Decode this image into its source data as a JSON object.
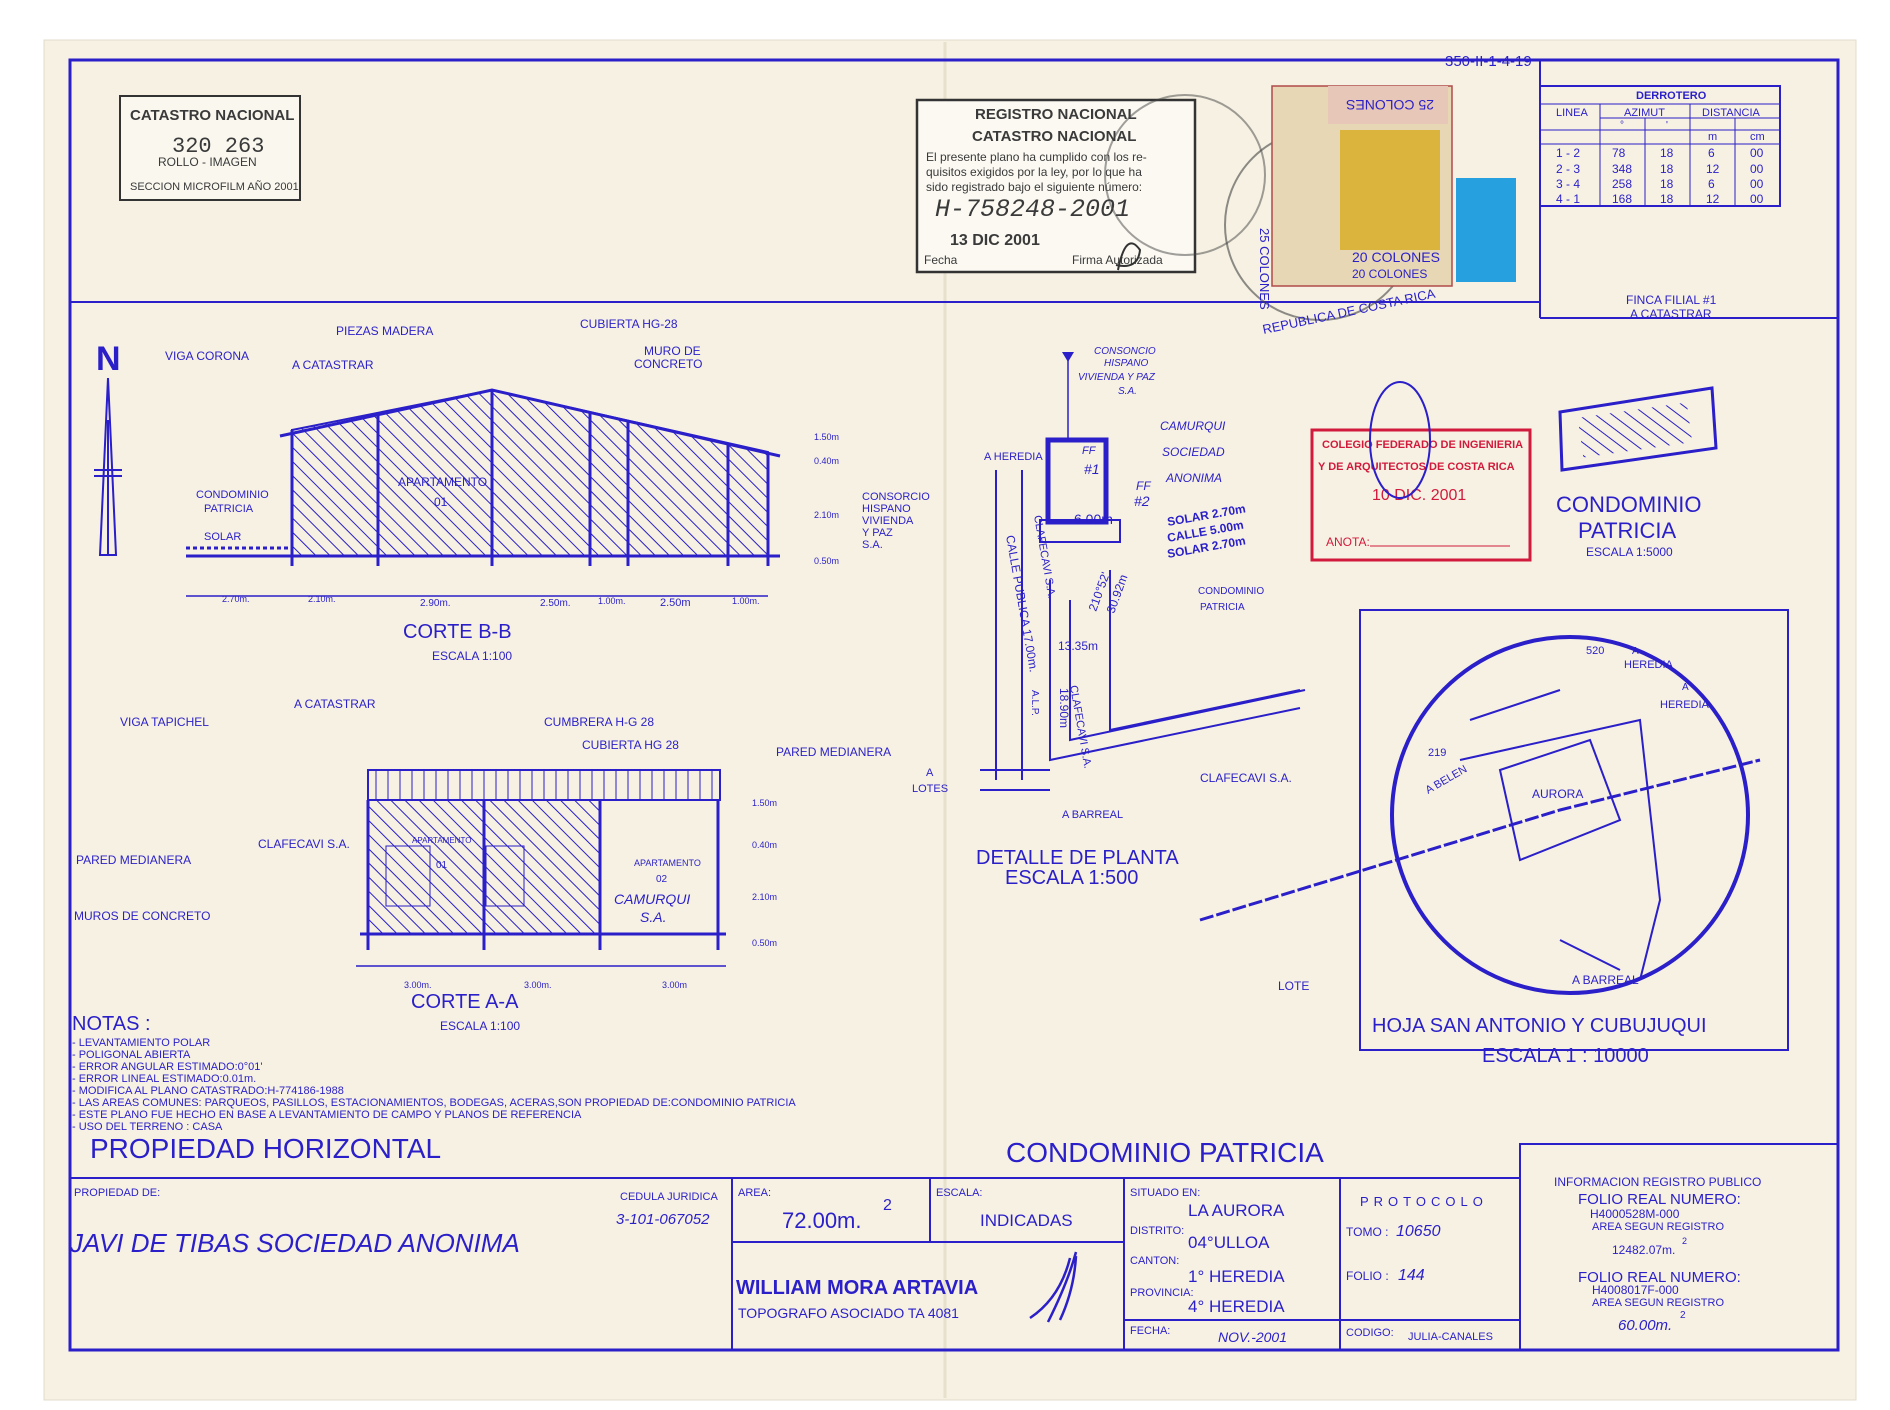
{
  "header": {
    "ref_number": "350-II-1-4-19"
  },
  "catastro_box": {
    "title": "CATASTRO NACIONAL",
    "number": "320 263",
    "sub": "ROLLO - IMAGEN",
    "footer": "SECCION MICROFILM AÑO 2001"
  },
  "registro_stamp": {
    "line1": "REGISTRO NACIONAL",
    "line2": "CATASTRO NACIONAL",
    "body1": "El presente plano ha cumplido con los re-",
    "body2": "quisitos exigidos por la ley, por lo que ha",
    "body3": "sido registrado bajo el siguiente número:",
    "number": "H-758248-2001",
    "date": "13 DIC 2001",
    "fecha_label": "Fecha",
    "firma_label": "Firma Autorizada"
  },
  "tax_stamps": {
    "value1": "25 COLONES",
    "value2": "20 COLONES",
    "value3": "20 COLONES",
    "value4": "25 COLONES",
    "seal_text": "REPUBLICA DE COSTA RICA"
  },
  "derrotero": {
    "title": "DERROTERO",
    "headers": [
      "LINEA",
      "AZIMUT",
      "DISTANCIA"
    ],
    "sub_headers": [
      "°",
      "'",
      "m",
      "cm"
    ],
    "rows": [
      [
        "1 - 2",
        "78",
        "18",
        "6",
        "00"
      ],
      [
        "2 - 3",
        "348",
        "18",
        "12",
        "00"
      ],
      [
        "3 - 4",
        "258",
        "18",
        "6",
        "00"
      ],
      [
        "4 - 1",
        "168",
        "18",
        "12",
        "00"
      ]
    ]
  },
  "corte_bb": {
    "title": "CORTE B-B",
    "scale": "ESCALA 1:100",
    "labels": {
      "viga_corona": "VIGA CORONA",
      "piezas_madera": "PIEZAS MADERA",
      "a_catastrar": "A CATASTRAR",
      "cubierta": "CUBIERTA HG-28",
      "muro1": "MURO DE",
      "muro2": "CONCRETO",
      "apartamento": "APARTAMENTO",
      "apt_num": "01",
      "condominio1": "CONDOMINIO",
      "condominio2": "PATRICIA",
      "solar": "SOLAR",
      "consorcio1": "CONSORCIO",
      "consorcio2": "HISPANO",
      "consorcio3": "VIVIENDA",
      "consorcio4": "Y PAZ",
      "consorcio5": "S.A."
    },
    "heights": [
      "1.50m",
      "0.40m",
      "2.10m",
      "0.50m"
    ],
    "widths": [
      "2.70m.",
      "2.10m.",
      "2.90m.",
      "2.50m.",
      "1.00m.",
      "2.50m",
      "1.00m."
    ]
  },
  "corte_aa": {
    "title": "CORTE A-A",
    "scale": "ESCALA 1:100",
    "labels": {
      "a_catastrar": "A CATASTRAR",
      "viga_tapichel": "VIGA TAPICHEL",
      "cumbrera": "CUMBRERA H-G 28",
      "cubierta": "CUBIERTA HG 28",
      "pared_medianera_r": "PARED MEDIANERA",
      "clafecavi": "CLAFECAVI S.A.",
      "apartamento": "APARTAMENTO",
      "apt01": "01",
      "apartamento2": "APARTAMENTO",
      "apt02": "02",
      "camurqui1": "CAMURQUI",
      "camurqui2": "S.A.",
      "pared_medianera_l": "PARED MEDIANERA",
      "muros": "MUROS DE CONCRETO"
    },
    "heights": [
      "1.50m",
      "0.40m",
      "2.10m",
      "0.50m"
    ],
    "widths": [
      "3.00m.",
      "3.00m.",
      "3.00m"
    ]
  },
  "detalle_planta": {
    "title": "DETALLE DE PLANTA",
    "scale": "ESCALA 1:500",
    "labels": {
      "consorcio1": "CONSONCIO",
      "consorcio2": "HISPANO",
      "consorcio3": "VIVIENDA Y PAZ",
      "consorcio4": "S.A.",
      "camurqui1": "CAMURQUI",
      "camurqui2": "SOCIEDAD",
      "camurqui3": "ANONIMA",
      "a_heredia": "A HEREDIA",
      "ff1a": "FF",
      "ff1b": "#1",
      "ff2a": "FF",
      "ff2b": "#2",
      "dim600": "6.00m",
      "solar1": "SOLAR 2.70m",
      "calle": "CALLE 5.00m",
      "solar2": "SOLAR 2.70m",
      "calle_publica": "CALLE PUBLICA 17.00m.",
      "alp": "A.L.P.",
      "clafecavi_v1": "CLAFECAVI S.A.",
      "clafecavi_v2": "CLAFECAVI S.A.",
      "clafecavi_h": "CLAFECAVI S.A.",
      "dist1": "13.35m",
      "dist2": "18.90m",
      "dist3a": "210°52'",
      "dist3b": "30.92m",
      "condominio1": "CONDOMINIO",
      "condominio2": "PATRICIA",
      "a_lotes1": "A",
      "a_lotes2": "LOTES",
      "a_barreal": "A BARREAL"
    }
  },
  "finca_filial": {
    "label1": "FINCA FILIAL #1",
    "label2": "A CATASTRAR",
    "name1": "CONDOMINIO",
    "name2": "PATRICIA",
    "scale": "ESCALA 1:5000"
  },
  "colegio_stamp": {
    "line1": "COLEGIO FEDERADO DE INGENIERIA",
    "line2": "Y DE ARQUITECTOS DE COSTA RICA",
    "date": "10 DIC. 2001",
    "anota": "ANOTA:"
  },
  "location_map": {
    "title": "HOJA SAN ANTONIO Y CUBUJUQUI",
    "scale": "ESCALA 1 : 10000",
    "labels": {
      "n520": "520",
      "a_heredia_top1": "A",
      "a_heredia_top2": "HEREDIA",
      "a_heredia_r1": "A",
      "a_heredia_r2": "HEREDIA",
      "n219": "219",
      "a_belen": "A BELEN",
      "aurora": "AURORA",
      "a_barreal": "A BARREAL",
      "lote": "LOTE"
    }
  },
  "notas": {
    "title": "NOTAS :",
    "items": [
      "- LEVANTAMIENTO POLAR",
      "- POLIGONAL ABIERTA",
      "- ERROR ANGULAR ESTIMADO:0°01'",
      "- ERROR LINEAL ESTIMADO:0.01m.",
      "- MODIFICA AL PLANO CATASTRADO:H-774186-1988",
      "- LAS AREAS COMUNES: PARQUEOS, PASILLOS, ESTACIONAMIENTOS, BODEGAS, ACERAS,SON PROPIEDAD DE:CONDOMINIO PATRICIA",
      "- ESTE PLANO FUE HECHO EN BASE A LEVANTAMIENTO DE CAMPO Y PLANOS DE REFERENCIA",
      "- USO DEL TERRENO : CASA"
    ]
  },
  "titles": {
    "left": "PROPIEDAD HORIZONTAL",
    "right": "CONDOMINIO PATRICIA"
  },
  "title_block": {
    "propiedad_label": "PROPIEDAD DE:",
    "owner": "JAVI DE TIBAS SOCIEDAD ANONIMA",
    "cedula_label": "CEDULA JURIDICA",
    "cedula": "3-101-067052",
    "area_label": "AREA:",
    "area": "72.00m.",
    "area_sup": "2",
    "escala_label": "ESCALA:",
    "escala": "INDICADAS",
    "topografo": "WILLIAM MORA ARTAVIA",
    "topografo_sub": "TOPOGRAFO ASOCIADO TA 4081",
    "situado_label": "SITUADO EN:",
    "situado": "LA AURORA",
    "distrito_label": "DISTRITO:",
    "distrito": "04°ULLOA",
    "canton_label": "CANTON:",
    "canton": "1° HEREDIA",
    "provincia_label": "PROVINCIA:",
    "provincia": "4° HEREDIA",
    "fecha_label": "FECHA:",
    "fecha": "NOV.-2001",
    "protocolo": "PROTOCOLO",
    "tomo_label": "TOMO :",
    "tomo": "10650",
    "folio_label": "FOLIO :",
    "folio": "144",
    "codigo_label": "CODIGO:",
    "codigo": "JULIA-CANALES"
  },
  "registro_publico": {
    "title": "INFORMACION REGISTRO PUBLICO",
    "folio1_label": "FOLIO REAL NUMERO:",
    "folio1": "H4000528M-000",
    "area1_label": "AREA SEGUN REGISTRO",
    "area1": "12482.07m.",
    "folio2_label": "FOLIO REAL NUMERO:",
    "folio2": "H4008017F-000",
    "area2_label": "AREA SEGUN REGISTRO",
    "area2": "60.00m.",
    "sup": "2"
  },
  "north": {
    "label": "N"
  },
  "colors": {
    "ink": "#2a1fc8",
    "paper": "#f6f1e2",
    "red_stamp": "#d11a3c"
  }
}
